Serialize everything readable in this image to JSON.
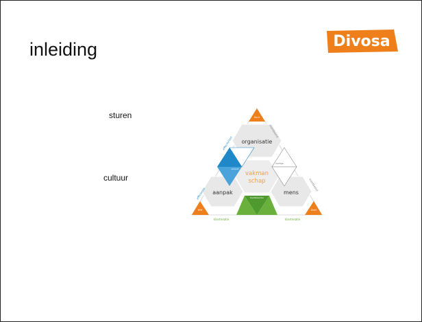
{
  "slide": {
    "title": "inleiding",
    "logo_text": "Divosa",
    "labels": {
      "sturen": "sturen",
      "cultuur": "cultuur"
    }
  },
  "diagram": {
    "center_line1": "vakman",
    "center_line2": "schap",
    "top_hex": "organisatie",
    "left_hex": "aanpak",
    "right_hex": "mens",
    "corner_top": "Kunt",
    "corner_left": "Wilt",
    "corner_right": "Doet",
    "edge_left_upper": "effectiviteit",
    "edge_left_lower": "efficientie",
    "edge_right_upper": "klantbeeld",
    "edge_right_lower": "klantbeeld",
    "bottom_left": "klantrelatie",
    "bottom_right": "klantrelatie",
    "small_label_left": "aanpak",
    "small_label_right": "huidige",
    "small_label_bottom": "kwetsbaarder"
  },
  "colors": {
    "orange": "#EF7F1A",
    "blue": "#1E88C9",
    "green": "#6AB03C",
    "hex_fill": "#E8E8E8",
    "center_text": "#F0A04B"
  }
}
